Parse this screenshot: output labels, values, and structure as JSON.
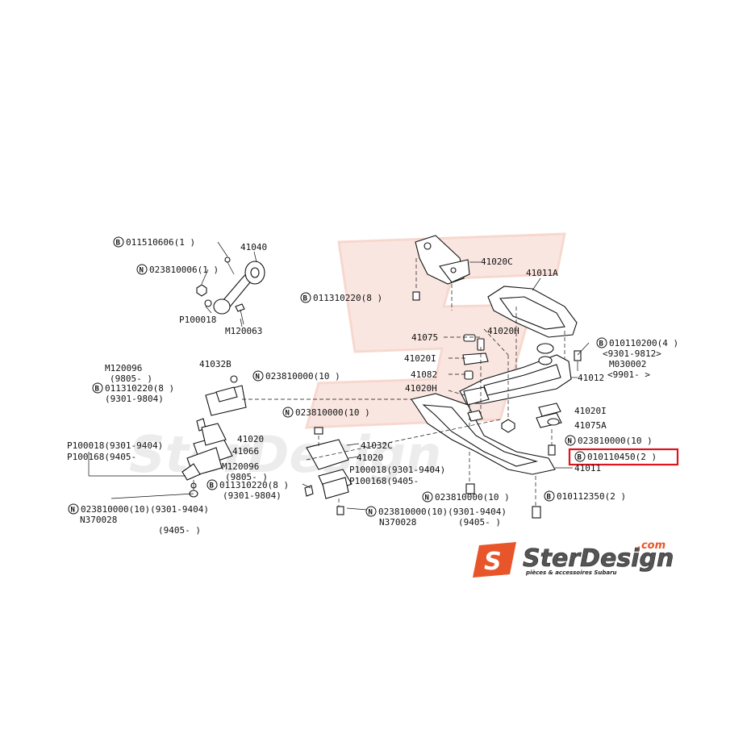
{
  "colors": {
    "highlight": "#e0141e",
    "watermark": "#f7d3c9",
    "brand_orange": "#e8552a",
    "ink": "#111111"
  },
  "callouts": {
    "c1": {
      "code": "B",
      "text": "011510606(1 )"
    },
    "c2": {
      "code": "N",
      "text": "023810006(1 )"
    },
    "c3": {
      "text": "41040"
    },
    "c4": {
      "text": "P100018"
    },
    "c5": {
      "text": "M120063"
    },
    "c6": {
      "code": "B",
      "text": "011310220(8 )"
    },
    "c7": {
      "text": "41020C"
    },
    "c8": {
      "text": "41011A"
    },
    "c9": {
      "text": "41075"
    },
    "c10": {
      "text": "41020H"
    },
    "c11": {
      "text": "41020I"
    },
    "c12": {
      "text": "41082"
    },
    "c13": {
      "text": "41012"
    },
    "c14": {
      "text": "41020H"
    },
    "c15": {
      "code": "B",
      "text": "010110200(4 )"
    },
    "c15b": {
      "text": "<9301-9812>"
    },
    "c15c": {
      "text": "M030002"
    },
    "c15d": {
      "text": "<9901-   >"
    },
    "c16": {
      "text": "41020I"
    },
    "c17": {
      "text": "41075A"
    },
    "c18": {
      "code": "N",
      "text": "023810000(10 )"
    },
    "c19": {
      "code": "B",
      "text": "010110450(2 )"
    },
    "c20": {
      "text": "41011"
    },
    "c21": {
      "code": "N",
      "text": "023810000(10 )"
    },
    "c22": {
      "code": "B",
      "text": "010112350(2 )"
    },
    "c23": {
      "text": "M120096"
    },
    "c23b": {
      "text": "(9805-   )"
    },
    "c24": {
      "code": "B",
      "text": "011310220(8 )"
    },
    "c24b": {
      "text": "(9301-9804)"
    },
    "c25": {
      "text": "41032B"
    },
    "c26": {
      "code": "N",
      "text": "023810000(10 )"
    },
    "c27": {
      "text": "41020"
    },
    "c28": {
      "text": "41066"
    },
    "c29": {
      "text": "P100018(9301-9404)"
    },
    "c29b": {
      "text": "P100168(9405-"
    },
    "c30": {
      "text": "M120096"
    },
    "c30b": {
      "text": "(9805-   )"
    },
    "c31": {
      "code": "B",
      "text": "011310220(8 )"
    },
    "c31b": {
      "text": "(9301-9804)"
    },
    "c32": {
      "code": "N",
      "text": "023810000(10)(9301-9404)"
    },
    "c32b": {
      "text": "N370028"
    },
    "c32c": {
      "text": "(9405-   )"
    },
    "c33": {
      "code": "N",
      "text": "023810000(10 )"
    },
    "c34": {
      "text": "41032C"
    },
    "c35": {
      "text": "41020"
    },
    "c36": {
      "text": "P100018(9301-9404)"
    },
    "c36b": {
      "text": "P100168(9405-"
    },
    "c37": {
      "code": "N",
      "text": "023810000(10)(9301-9404)"
    },
    "c37b": {
      "text": "N370028"
    },
    "c37c": {
      "text": "(9405-   )"
    }
  },
  "logo": {
    "badge": "S",
    "name": "SterDesign",
    "dotcom": ".com",
    "tagline": "pièces & accessoires Subaru"
  }
}
